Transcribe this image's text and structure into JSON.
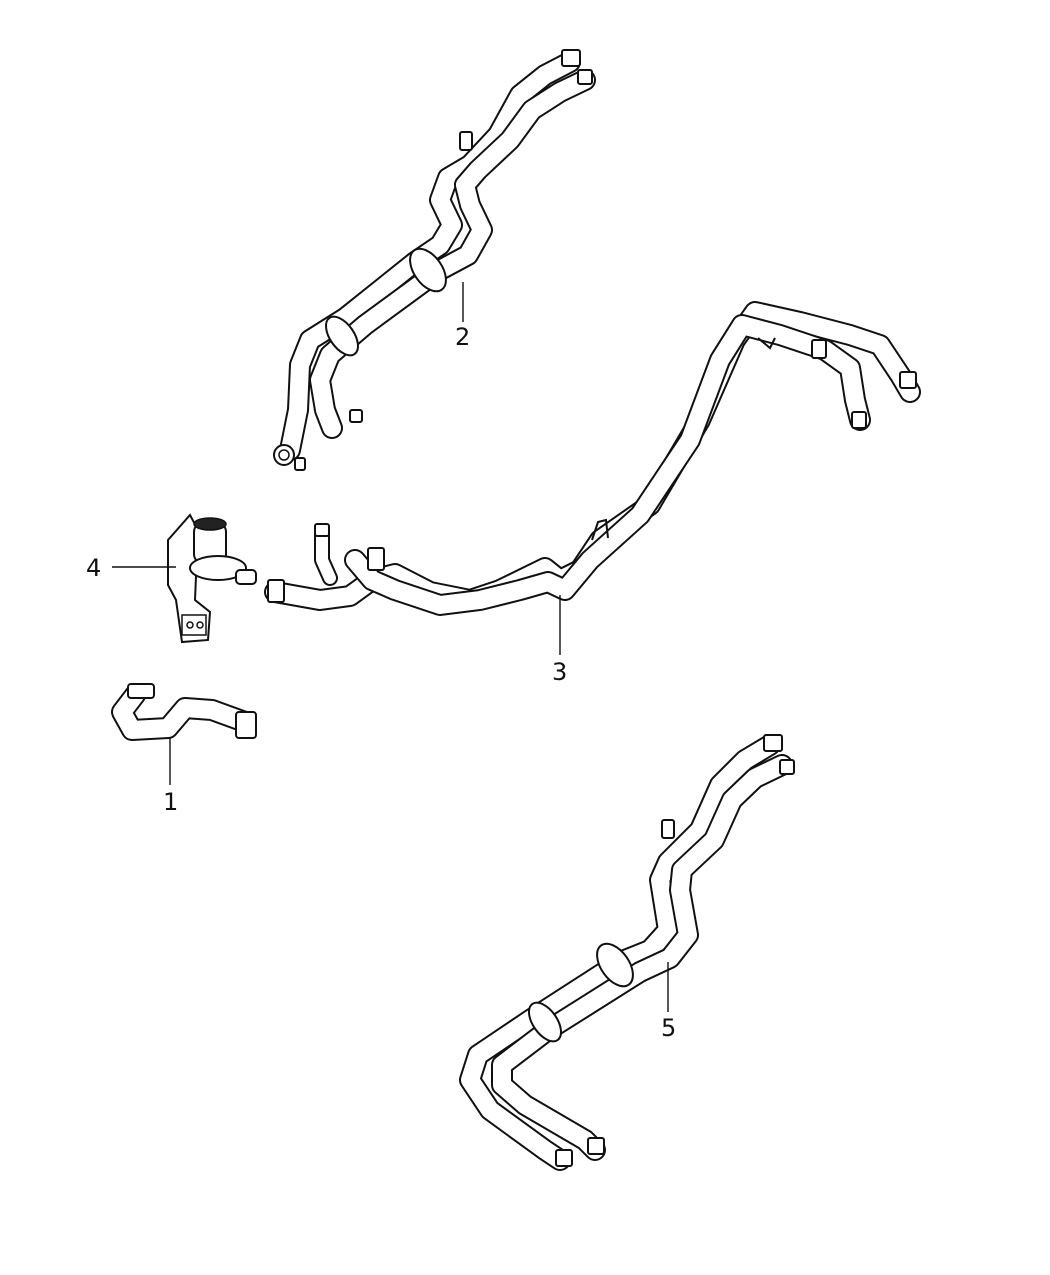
{
  "diagram": {
    "callouts": [
      {
        "id": "1",
        "label": "1"
      },
      {
        "id": "2",
        "label": "2"
      },
      {
        "id": "3",
        "label": "3"
      },
      {
        "id": "4",
        "label": "4"
      },
      {
        "id": "5",
        "label": "5"
      }
    ],
    "colors": {
      "line": "#111111",
      "background": "#ffffff"
    }
  }
}
